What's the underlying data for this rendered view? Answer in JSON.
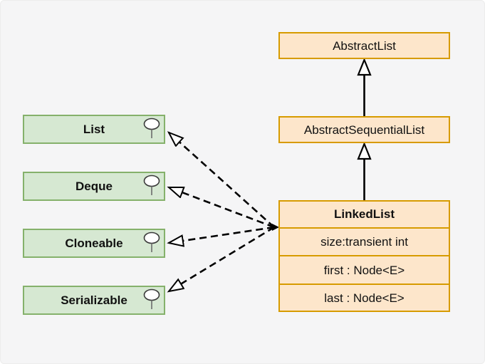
{
  "diagram": {
    "kind": "uml-class-diagram",
    "colors": {
      "background": "#f5f5f6",
      "class_fill": "#fde6cb",
      "class_border": "#d79b00",
      "interface_fill": "#d6e8d2",
      "interface_border": "#85b16b",
      "connector": "#000000"
    },
    "classes": [
      {
        "name": "AbstractList"
      },
      {
        "name": "AbstractSequentialList"
      },
      {
        "name": "LinkedList",
        "attributes": [
          "size:transient int",
          "first : Node<E>",
          "last : Node<E>"
        ]
      }
    ],
    "interfaces": [
      {
        "name": "List",
        "icon": "interface-lollipop-icon"
      },
      {
        "name": "Deque",
        "icon": "interface-lollipop-icon"
      },
      {
        "name": "Cloneable",
        "icon": "interface-lollipop-icon"
      },
      {
        "name": "Serializable",
        "icon": "interface-lollipop-icon"
      }
    ],
    "relationships": [
      {
        "type": "generalization",
        "from": "AbstractSequentialList",
        "to": "AbstractList",
        "line": "solid",
        "arrowhead": "hollow-triangle"
      },
      {
        "type": "generalization",
        "from": "LinkedList",
        "to": "AbstractSequentialList",
        "line": "solid",
        "arrowhead": "hollow-triangle"
      },
      {
        "type": "realization",
        "from": "LinkedList",
        "to": "List",
        "line": "dashed",
        "arrowhead": "hollow-triangle"
      },
      {
        "type": "realization",
        "from": "LinkedList",
        "to": "Deque",
        "line": "dashed",
        "arrowhead": "hollow-triangle"
      },
      {
        "type": "realization",
        "from": "LinkedList",
        "to": "Cloneable",
        "line": "dashed",
        "arrowhead": "hollow-triangle"
      },
      {
        "type": "realization",
        "from": "LinkedList",
        "to": "Serializable",
        "line": "dashed",
        "arrowhead": "hollow-triangle"
      }
    ]
  }
}
